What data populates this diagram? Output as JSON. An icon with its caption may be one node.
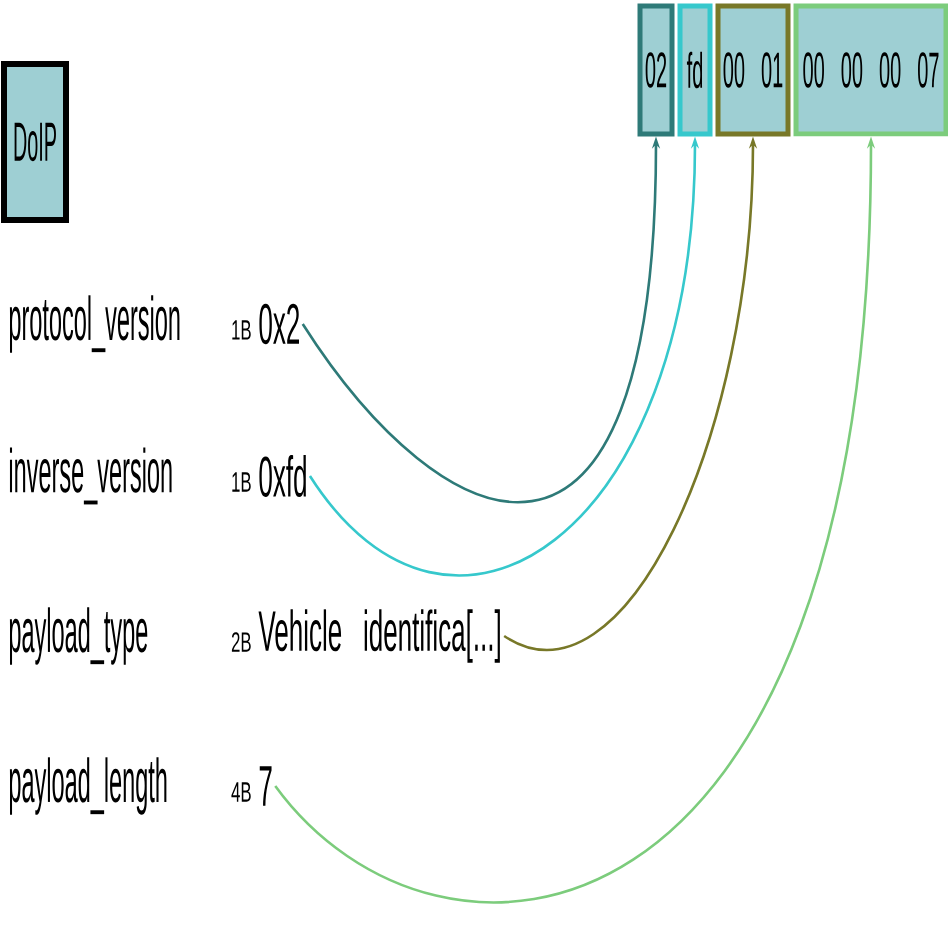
{
  "diagram": {
    "nodes": [
      {
        "text": [
          "DoIP"
        ]
      },
      {
        "text": [
          "02"
        ]
      },
      {
        "text": [
          "fd"
        ]
      },
      {
        "text": [
          "00 01"
        ]
      },
      {
        "text": [
          "00 00 00 07"
        ]
      },
      {
        "text": [
          "0x2"
        ],
        "beside": [
          "1B"
        ]
      },
      {
        "text": [
          "0xfd"
        ],
        "beside": [
          "1B"
        ]
      },
      {
        "text": [
          "Vehicle identifica[...]"
        ],
        "beside": [
          "2B"
        ]
      },
      {
        "text": [
          "7"
        ],
        "beside": [
          "4B"
        ]
      }
    ],
    "edges": [
      {
        "from": 5,
        "to": 1,
        "arrow": "to",
        "color": "#2e7a78"
      },
      {
        "from": 6,
        "to": 2,
        "arrow": "to",
        "color": "#36c8cc"
      },
      {
        "from": 7,
        "to": 3,
        "arrow": "to",
        "color": "#787828"
      },
      {
        "from": 8,
        "to": 4,
        "arrow": "to",
        "color": "#7ccc7c"
      }
    ],
    "labels": [
      "protocol_version",
      "inverse_version",
      "payload_type",
      "payload_length"
    ]
  }
}
